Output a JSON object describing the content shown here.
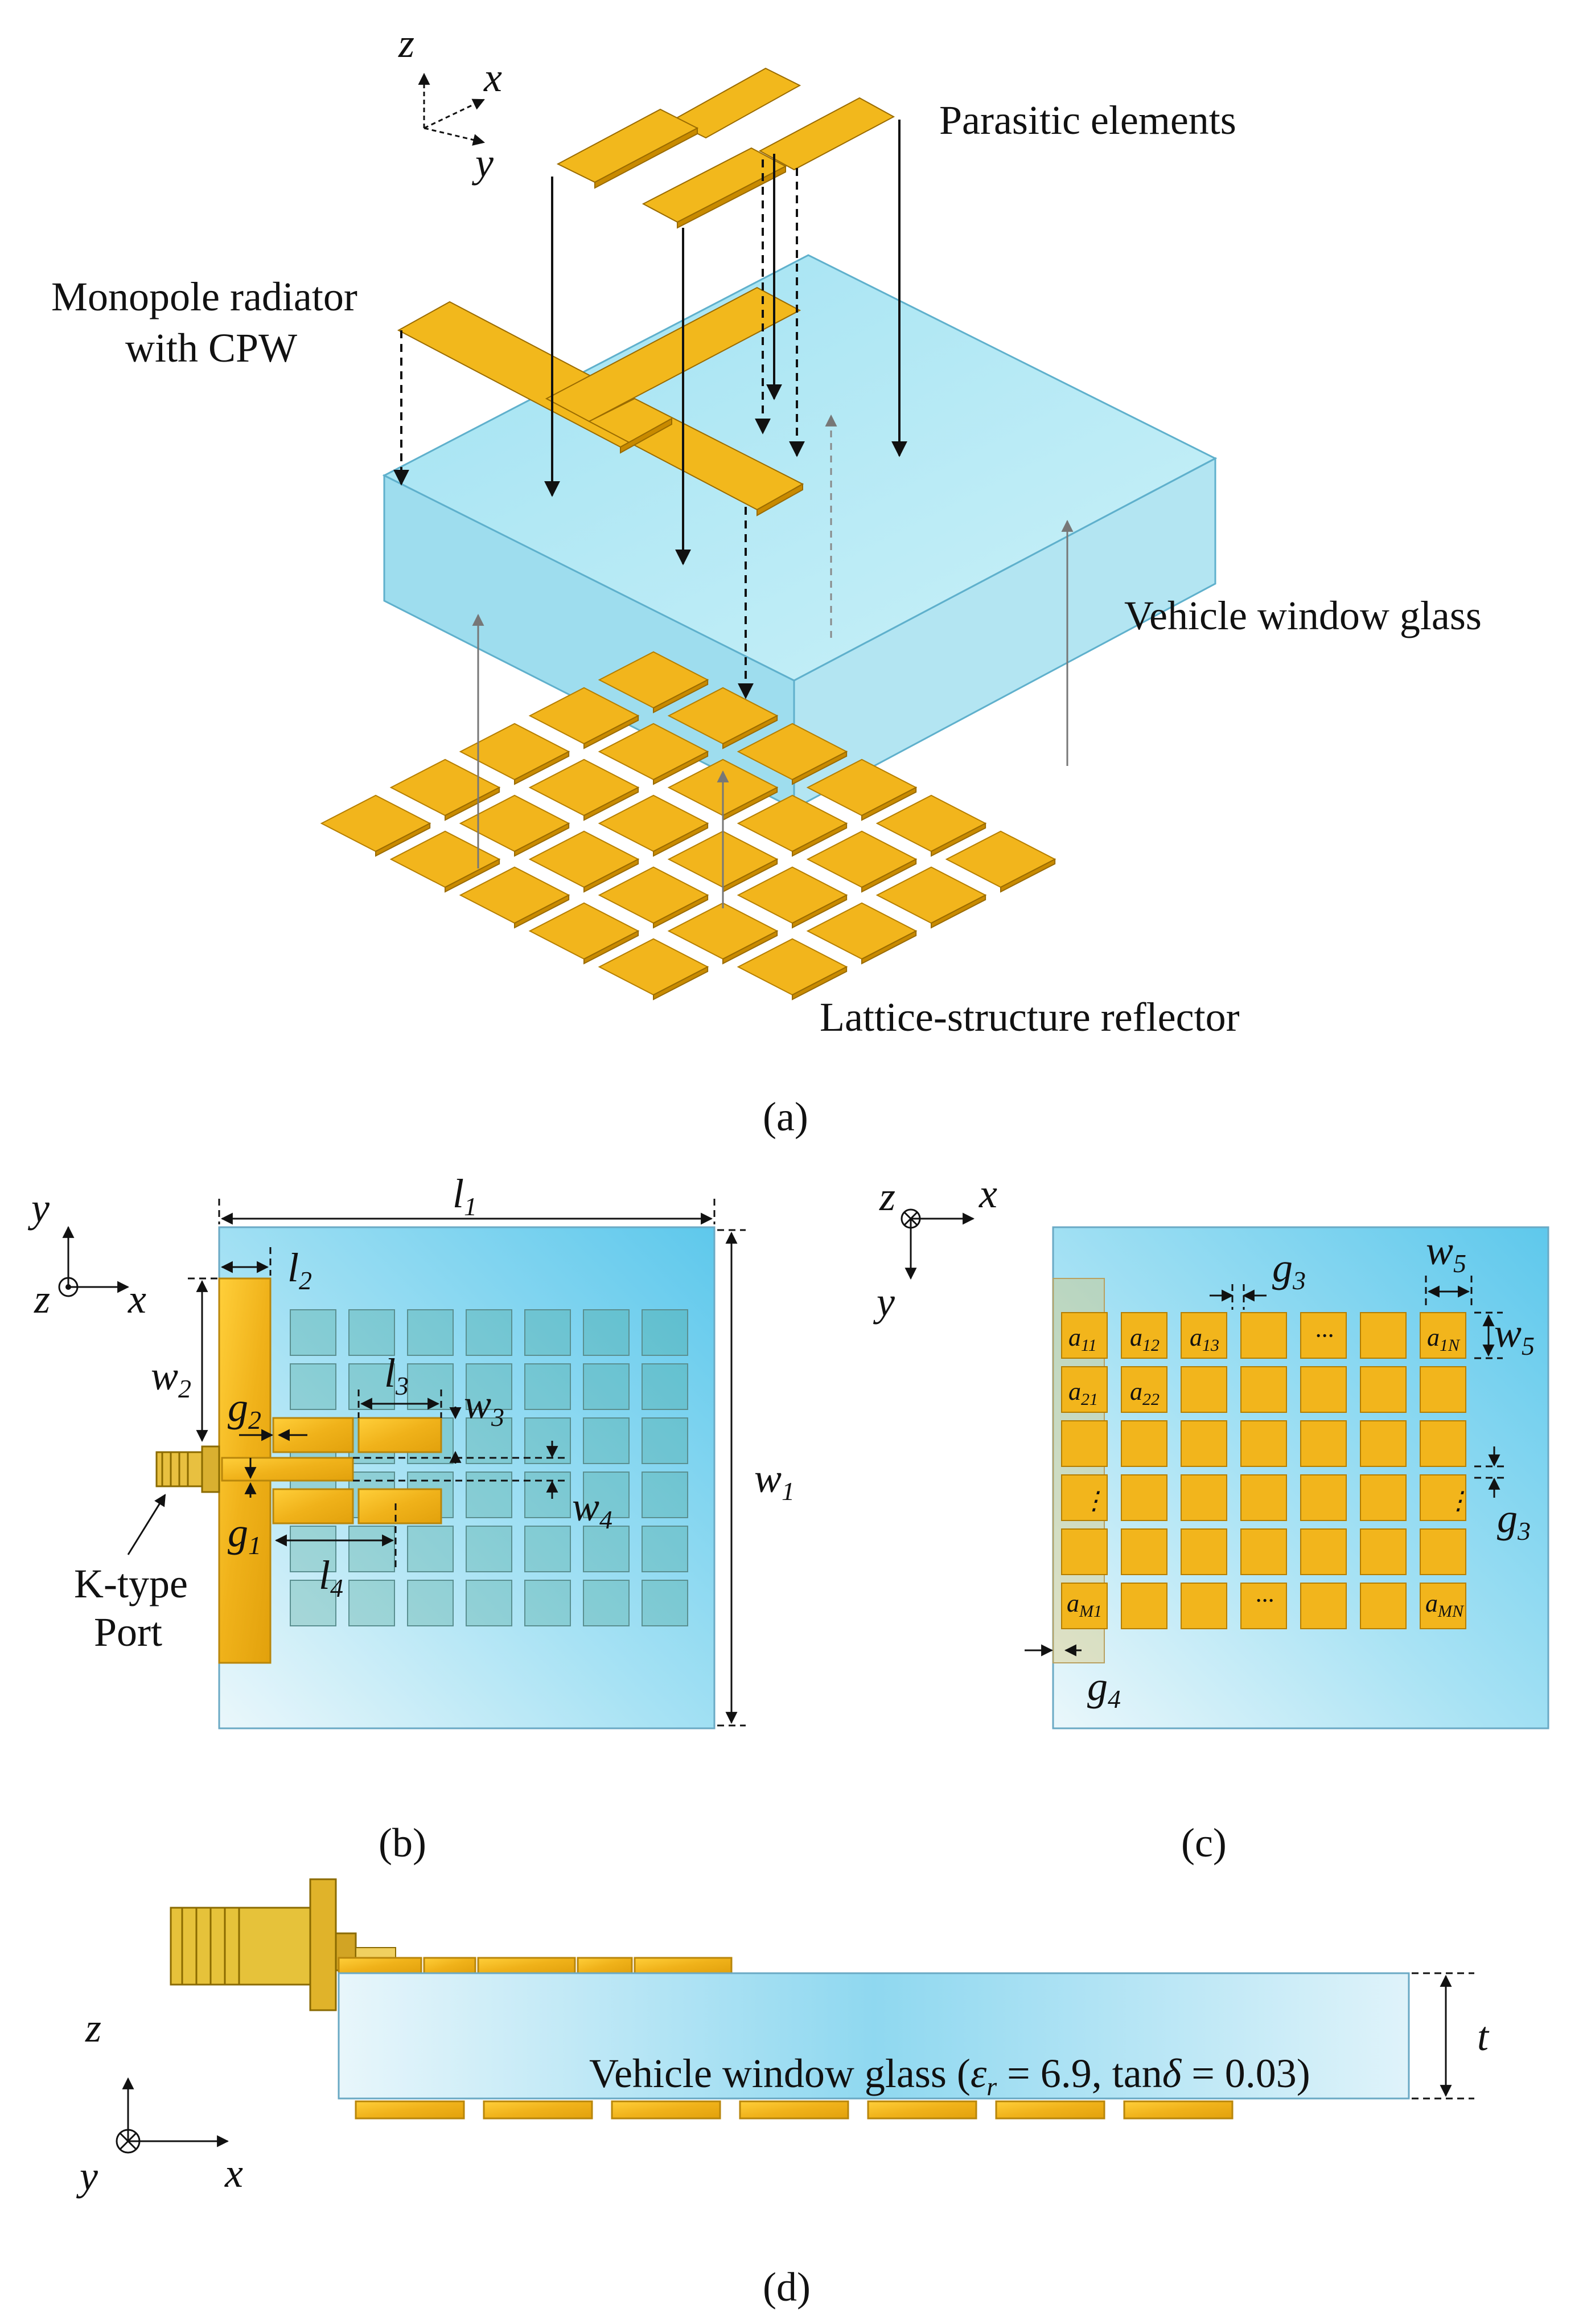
{
  "panel_a": {
    "axis_z": "z",
    "axis_x": "x",
    "axis_y": "y",
    "parasitic_label": "Parasitic elements",
    "monopole_label_line1": "Monopole radiator",
    "monopole_label_line2": "with CPW",
    "glass_label": "Vehicle window glass",
    "reflector_label": "Lattice-structure reflector",
    "caption": "(a)"
  },
  "panel_b": {
    "axis_y": "y",
    "axis_z": "z",
    "axis_x": "x",
    "l1": "l",
    "l1_sub": "1",
    "l2": "l",
    "l2_sub": "2",
    "l3": "l",
    "l3_sub": "3",
    "l4": "l",
    "l4_sub": "4",
    "w1": "w",
    "w1_sub": "1",
    "w2": "w",
    "w2_sub": "2",
    "w3": "w",
    "w3_sub": "3",
    "w4": "w",
    "w4_sub": "4",
    "g1": "g",
    "g1_sub": "1",
    "g2": "g",
    "g2_sub": "2",
    "port_line1": "K-type",
    "port_line2": "Port",
    "caption": "(b)"
  },
  "panel_c": {
    "axis_z": "z",
    "axis_x": "x",
    "axis_y": "y",
    "g3": "g",
    "g3_sub": "3",
    "g4": "g",
    "g4_sub": "4",
    "w5": "w",
    "w5_sub": "5",
    "cells": {
      "a11": "a",
      "a11_sub": "11",
      "a12": "a",
      "a12_sub": "12",
      "a13": "a",
      "a13_sub": "13",
      "a1N": "a",
      "a1N_sub": "1N",
      "a21": "a",
      "a21_sub": "21",
      "a22": "a",
      "a22_sub": "22",
      "aM1": "a",
      "aM1_sub": "M1",
      "aMN": "a",
      "aMN_sub": "MN"
    },
    "hdots": "···",
    "vdots": "⋮",
    "caption": "(c)"
  },
  "panel_d": {
    "axis_z": "z",
    "axis_y": "y",
    "axis_x": "x",
    "glass_text_prefix": "Vehicle window glass (",
    "eps": "ε",
    "eps_sub": "r",
    "glass_text_mid": " = 6.9, tan",
    "delta": "δ",
    "glass_text_suffix": " = 0.03)",
    "t": "t",
    "caption": "(d)"
  },
  "colors": {
    "gold": "#f2b51c",
    "glass": "#7fd6ee"
  }
}
